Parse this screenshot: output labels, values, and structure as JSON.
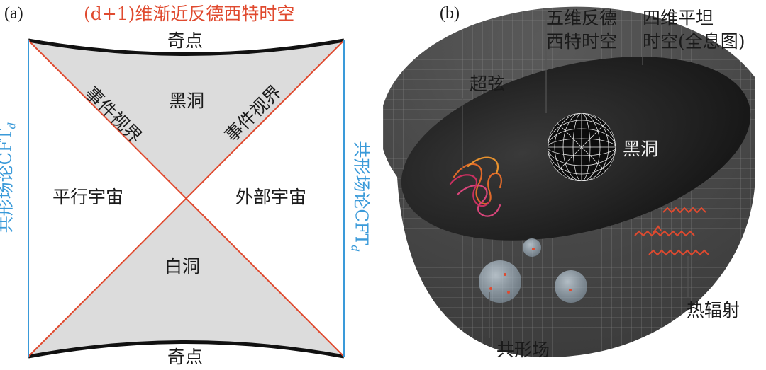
{
  "panel_a": {
    "label": "(a)",
    "title": "(d+1)维渐近反德西特时空",
    "singularity_top": "奇点",
    "singularity_bottom": "奇点",
    "horizon_left": "事件视界",
    "horizon_right": "事件视界",
    "black_hole": "黑洞",
    "white_hole": "白洞",
    "parallel_universe": "平行宇宙",
    "external_universe": "外部宇宙",
    "cft_left": "共形场论CFT",
    "cft_right": "共形场论CFT",
    "cft_subscript": "d",
    "colors": {
      "boundary": "#3a9ad9",
      "horizon": "#e04a2f",
      "fill": "#dcdcdc"
    }
  },
  "panel_b": {
    "label": "(b)",
    "ads5_line1": "五维反德",
    "ads5_line2": "西特时空",
    "flat4_line1": "四维平坦",
    "flat4_line2": "时空(全息图)",
    "superstring": "超弦",
    "black_hole": "黑洞",
    "thermal_radiation": "热辐射",
    "conformal_field": "共形场"
  }
}
